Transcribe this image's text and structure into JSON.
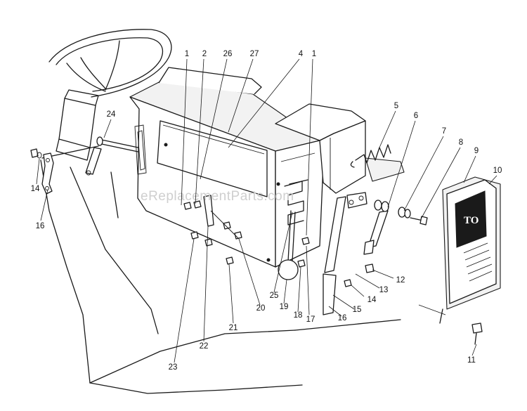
{
  "watermark": "eReplacementParts.com",
  "plate_text": "TO",
  "callouts": [
    {
      "key": "c1a",
      "label": "1"
    },
    {
      "key": "c2",
      "label": "2"
    },
    {
      "key": "c26",
      "label": "26"
    },
    {
      "key": "c27",
      "label": "27"
    },
    {
      "key": "c4",
      "label": "4"
    },
    {
      "key": "c1b",
      "label": "1"
    },
    {
      "key": "c5",
      "label": "5"
    },
    {
      "key": "c6",
      "label": "6"
    },
    {
      "key": "c7",
      "label": "7"
    },
    {
      "key": "c8",
      "label": "8"
    },
    {
      "key": "c9",
      "label": "9"
    },
    {
      "key": "c10",
      "label": "10"
    },
    {
      "key": "c24",
      "label": "24"
    },
    {
      "key": "c14a",
      "label": "14"
    },
    {
      "key": "c16a",
      "label": "16"
    },
    {
      "key": "c12",
      "label": "12"
    },
    {
      "key": "c13",
      "label": "13"
    },
    {
      "key": "c14b",
      "label": "14"
    },
    {
      "key": "c15",
      "label": "15"
    },
    {
      "key": "c16b",
      "label": "16"
    },
    {
      "key": "c17",
      "label": "17"
    },
    {
      "key": "c18",
      "label": "18"
    },
    {
      "key": "c19",
      "label": "19"
    },
    {
      "key": "c25",
      "label": "25"
    },
    {
      "key": "c20",
      "label": "20"
    },
    {
      "key": "c21",
      "label": "21"
    },
    {
      "key": "c22",
      "label": "22"
    },
    {
      "key": "c23",
      "label": "23"
    },
    {
      "key": "c11",
      "label": "11"
    }
  ]
}
